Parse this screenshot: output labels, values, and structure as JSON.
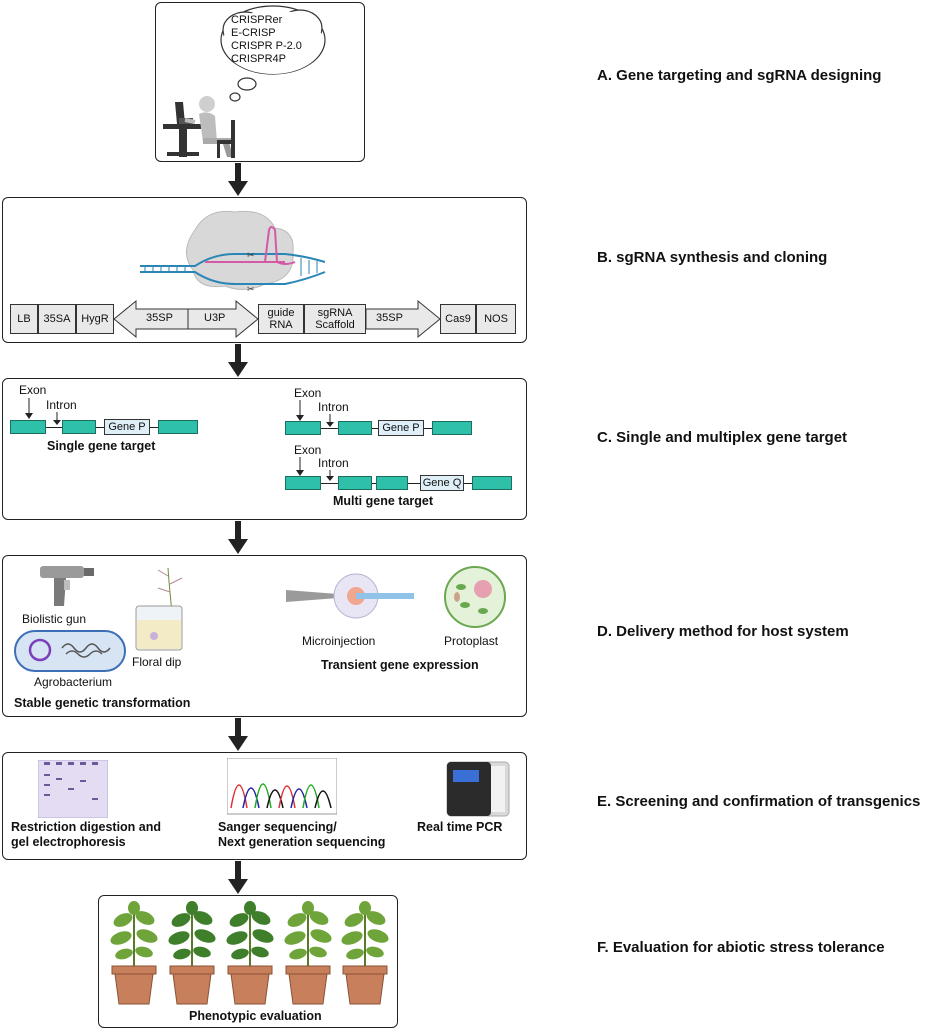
{
  "steps": {
    "a": "A. Gene targeting and sgRNA designing",
    "b": "B. sgRNA synthesis and cloning",
    "c": "C. Single and multiplex gene target",
    "d": "D. Delivery method for host system",
    "e": "E. Screening and confirmation of transgenics",
    "f": "F. Evaluation for abiotic stress tolerance"
  },
  "panel_a": {
    "tools": [
      "CRISPRer",
      "E-CRISP",
      "CRISPR P-2.0",
      "CRISPR4P"
    ]
  },
  "panel_b": {
    "cassette": [
      "LB",
      "35SA",
      "HygR",
      "35SP",
      "U3P",
      "guide RNA",
      "sgRNA Scaffold",
      "35SP",
      "Cas9",
      "NOS"
    ]
  },
  "panel_c": {
    "exon_label": "Exon",
    "intron_label": "Intron",
    "gene_p": "Gene P",
    "gene_q": "Gene Q",
    "single_title": "Single gene target",
    "multi_title": "Multi gene target"
  },
  "panel_d": {
    "biolistic": "Biolistic gun",
    "agrobacterium": "Agrobacterium",
    "floral_dip": "Floral dip",
    "stable_title": "Stable genetic transformation",
    "microinjection": "Microinjection",
    "protoplast": "Protoplast",
    "transient_title": "Transient gene expression"
  },
  "panel_e": {
    "gel_line1": "Restriction digestion and",
    "gel_line2": "gel electrophoresis",
    "seq_line1": "Sanger sequencing/",
    "seq_line2": "Next generation sequencing",
    "pcr": "Real time PCR"
  },
  "panel_f": {
    "title": "Phenotypic evaluation"
  },
  "colors": {
    "exon": "#2ec0a8",
    "gene_box": "#dfeff8",
    "pot": "#c8805c",
    "leaf": "#3f7e2a",
    "outline": "#222222"
  }
}
